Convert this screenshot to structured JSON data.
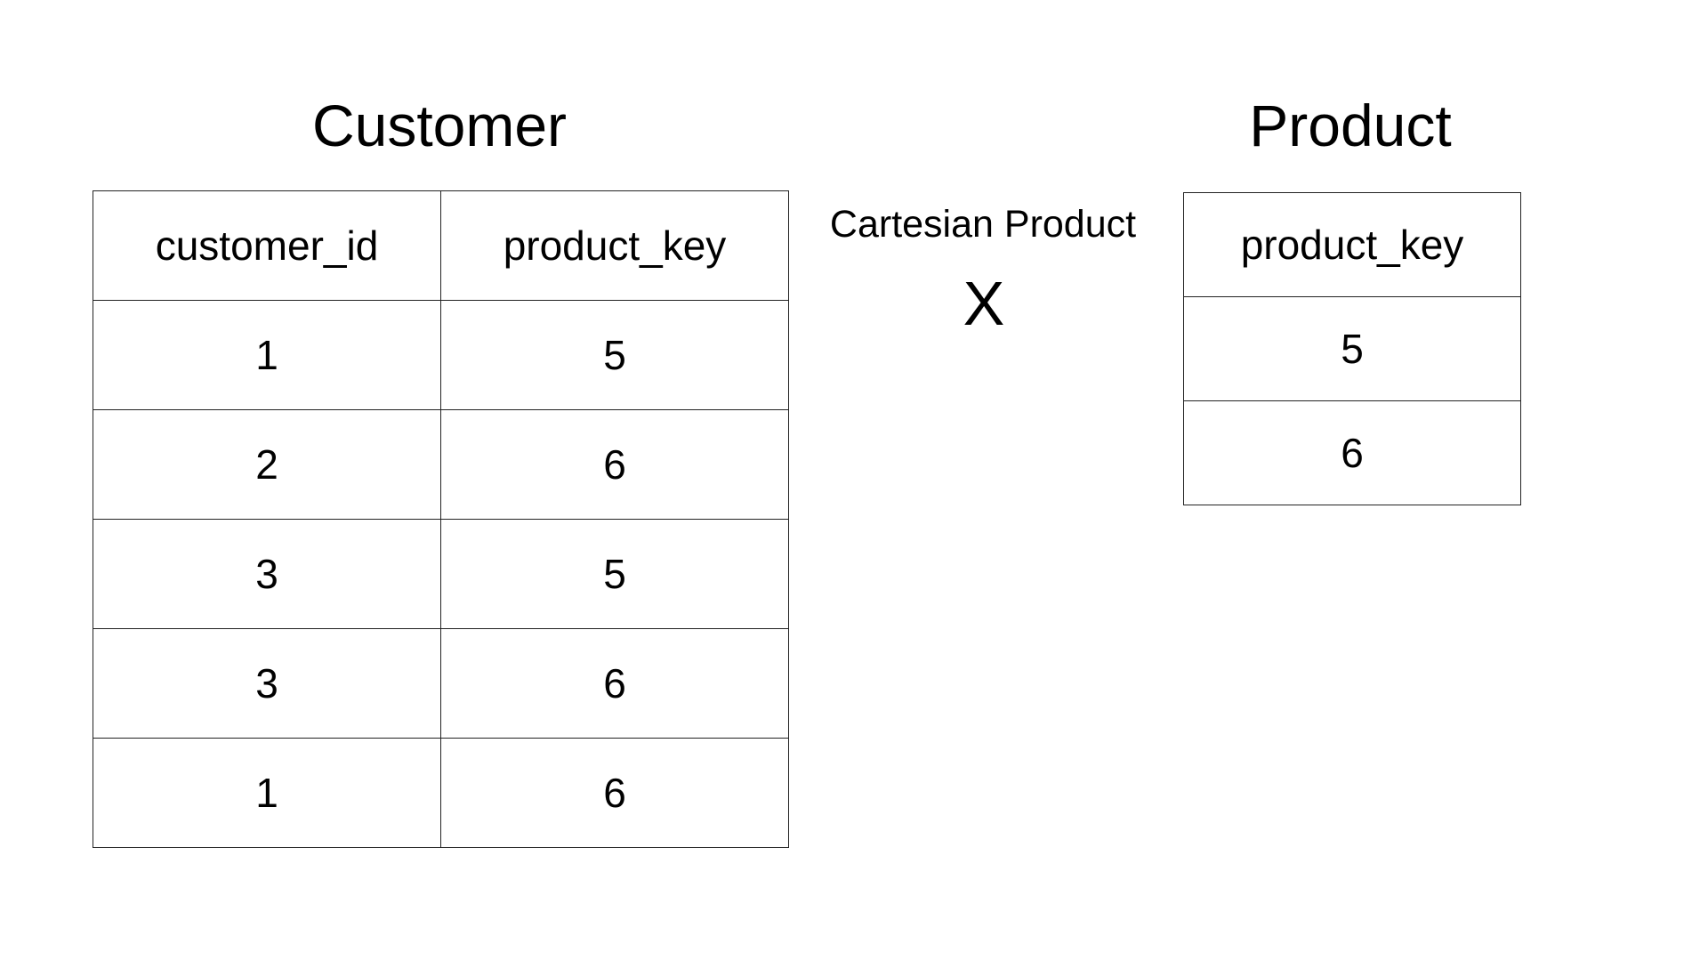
{
  "customer": {
    "title": "Customer",
    "columns": [
      "customer_id",
      "product_key"
    ],
    "rows": [
      [
        "1",
        "5"
      ],
      [
        "2",
        "6"
      ],
      [
        "3",
        "5"
      ],
      [
        "3",
        "6"
      ],
      [
        "1",
        "6"
      ]
    ]
  },
  "operation": {
    "label": "Cartesian Product",
    "symbol": "X"
  },
  "product": {
    "title": "Product",
    "columns": [
      "product_key"
    ],
    "rows": [
      [
        "5"
      ],
      [
        "6"
      ]
    ]
  }
}
